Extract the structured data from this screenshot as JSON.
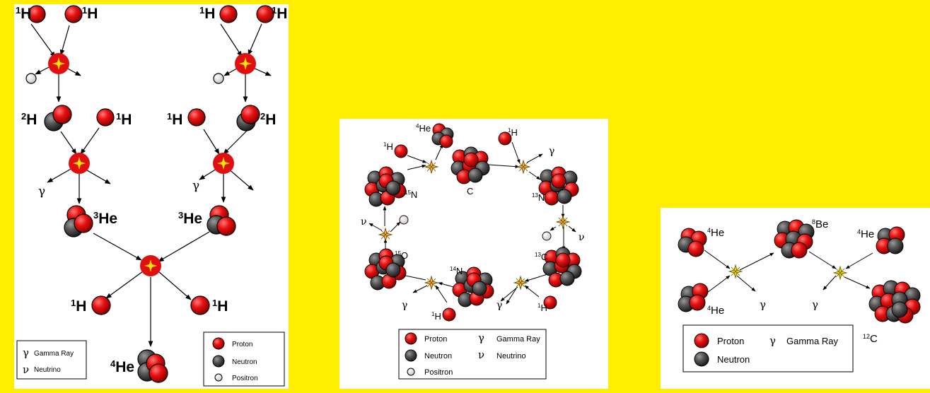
{
  "colors": {
    "background": "#ffee00",
    "panel": "#ffffff",
    "proton": "#e01010",
    "neutron": "#555555",
    "positron": "#f4eeee",
    "flash_pp": "#e01010",
    "flash_star": "#f0b030"
  },
  "symbols": {
    "gamma": "γ",
    "neutrino": "ν"
  },
  "pp_chain": {
    "labels": {
      "h1_a": {
        "mass": "1",
        "elem": "H"
      },
      "h1_b": {
        "mass": "1",
        "elem": "H"
      },
      "h1_c": {
        "mass": "1",
        "elem": "H"
      },
      "h1_d": {
        "mass": "1",
        "elem": "H"
      },
      "h2_a": {
        "mass": "2",
        "elem": "H"
      },
      "h1_e": {
        "mass": "1",
        "elem": "H"
      },
      "h1_f": {
        "mass": "1",
        "elem": "H"
      },
      "h2_b": {
        "mass": "2",
        "elem": "H"
      },
      "he3_a": {
        "mass": "3",
        "elem": "He"
      },
      "he3_b": {
        "mass": "3",
        "elem": "He"
      },
      "h1_out_a": {
        "mass": "1",
        "elem": "H"
      },
      "h1_out_b": {
        "mass": "1",
        "elem": "H"
      },
      "he4": {
        "mass": "4",
        "elem": "He"
      }
    },
    "legend_left": {
      "gamma_label": "Gamma Ray",
      "neutrino_label": "Neutrino"
    },
    "legend_right": {
      "proton_label": "Proton",
      "neutron_label": "Neutron",
      "positron_label": "Positron"
    }
  },
  "cno_cycle": {
    "labels": {
      "he4": {
        "mass": "4",
        "elem": "He"
      },
      "h1_top": {
        "mass": "1",
        "elem": "H"
      },
      "h1_left": {
        "mass": "1",
        "elem": "H"
      },
      "c": {
        "mass": "",
        "elem": "C"
      },
      "n15": {
        "mass": "15",
        "elem": "N"
      },
      "n13": {
        "mass": "13",
        "elem": "N"
      },
      "o15": {
        "mass": "15",
        "elem": "O"
      },
      "c13": {
        "mass": "13",
        "elem": "C"
      },
      "n14": {
        "mass": "14",
        "elem": "N"
      },
      "h1_bottom": {
        "mass": "1",
        "elem": "H"
      },
      "h1_right": {
        "mass": "1",
        "elem": "H"
      }
    },
    "legend": {
      "proton_label": "Proton",
      "neutron_label": "Neutron",
      "positron_label": "Positron",
      "gamma_label": "Gamma Ray",
      "neutrino_label": "Neutrino"
    }
  },
  "triple_alpha": {
    "labels": {
      "he4_a": {
        "mass": "4",
        "elem": "He"
      },
      "he4_b": {
        "mass": "4",
        "elem": "He"
      },
      "be8": {
        "mass": "8",
        "elem": "Be"
      },
      "he4_c": {
        "mass": "4",
        "elem": "He"
      },
      "c12": {
        "mass": "12",
        "elem": "C"
      }
    },
    "legend": {
      "proton_label": "Proton",
      "neutron_label": "Neutron",
      "gamma_label": "Gamma Ray"
    }
  }
}
